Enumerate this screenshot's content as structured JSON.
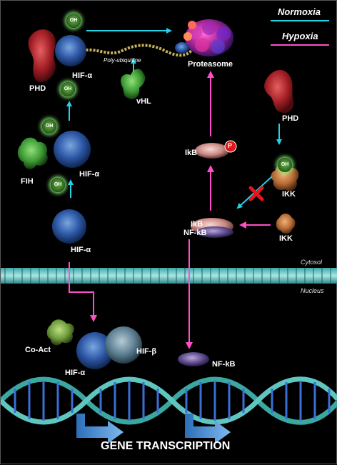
{
  "legend": {
    "normoxia": "Normoxia",
    "hypoxia": "Hypoxia",
    "normoxia_color": "#22d3e6",
    "hypoxia_color": "#ff4fc8"
  },
  "labels": {
    "phd_left": "PHD",
    "hif_top": "HIF-α",
    "poly_ubiquitine": "Poly-ubiquitine",
    "vhl": "vHL",
    "proteasome": "Proteasome",
    "phd_right": "PHD",
    "fih": "FIH",
    "hif_mid": "HIF-α",
    "ikb_top": "IkB",
    "ikk_top": "IKK",
    "ikb_nfkb": "IkB\nNF-kB",
    "ikb_lbl": "IkB",
    "nfkb_lbl": "NF-kB",
    "ikk_bottom": "IKK",
    "hif_low": "HIF-α",
    "cytosol": "Cytosol",
    "nucleus": "Nucleus",
    "co_act": "Co-Act",
    "hif_beta": "HIF-β",
    "hif_dna": "HIF-α",
    "nfkb_dna": "NF-kB",
    "gene_transcription": "GENE TRANSCRIPTION",
    "oh": "OH",
    "phospho": "P"
  }
}
